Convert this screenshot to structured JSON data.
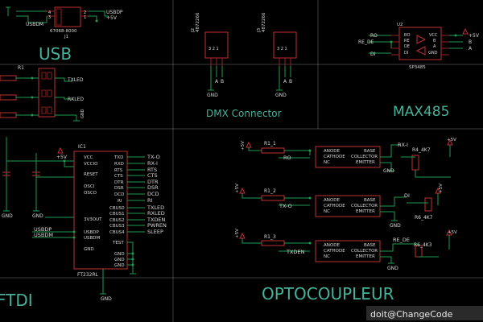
{
  "sections": {
    "usb": "USB",
    "dmx": "DMX Connector",
    "max485": "MAX485",
    "ftdi": "FTDI",
    "opto": "OPTOCOUPLEUR"
  },
  "usb_block": {
    "net_usbdp": "USBDP",
    "net_usbdm": "USBDM",
    "net_5v": "+5V",
    "part_value": "67068-8000",
    "part_name": "J1",
    "pins": [
      "4",
      "3",
      "2",
      "1"
    ],
    "r1": "R1",
    "txled": "TXLED",
    "rxled": "RXLED",
    "gnd": "GND"
  },
  "dmx_block": {
    "conn1": "4872266",
    "conn2": "4872266",
    "ref1": "J2",
    "ref2": "J3",
    "pins": [
      "3",
      "2",
      "1"
    ],
    "pin_label_a": "A",
    "pin_label_b": "B",
    "gnd": "GND"
  },
  "max485_block": {
    "ref": "U2",
    "part": "SP3485",
    "left_pins": [
      "RO",
      "RE",
      "DE",
      "DI"
    ],
    "right_pins": [
      "VCC",
      "B",
      "A",
      "GND"
    ],
    "nets_left": [
      "RO",
      "RE_DE",
      "DI"
    ],
    "nets_right": [
      "+5V",
      "B",
      "A"
    ]
  },
  "ftdi_block": {
    "ref": "IC1",
    "part": "FT232RL",
    "net_5v": "+5V",
    "net_gnd": "GND",
    "left_pins": [
      "VCC",
      "VCCIO",
      "RESET",
      "OSCI",
      "OSCO",
      "3V3OUT",
      "USBDP",
      "USBDM",
      "GND"
    ],
    "right_pins": [
      "TXD",
      "RXD",
      "RTS",
      "CTS",
      "DTR",
      "DSR",
      "DCD",
      "RI",
      "CBUS0",
      "CBUS1",
      "CBUS2",
      "CBUS3",
      "CBUS4",
      "TEST",
      "GND",
      "GND",
      "GND"
    ],
    "right_nets": [
      "TX-O",
      "RX-I",
      "RTS",
      "CTS",
      "DTR",
      "DSR",
      "DCD",
      "RI",
      "TXLED",
      "RXLED",
      "TXDEN",
      "PWREN",
      "SLEEP"
    ],
    "left_nets": [
      "USBDP",
      "USBDM"
    ]
  },
  "opto_block": {
    "rows": [
      {
        "r_left": "R1_1",
        "in_net": "RO",
        "out_net": "RX-I",
        "r_right": "R4_4K7",
        "supply": "+5V"
      },
      {
        "r_left": "R1_2",
        "in_net": "TX-O",
        "out_net": "DI",
        "r_right": "R6_4K7",
        "supply": "+5V"
      },
      {
        "r_left": "R1_3",
        "in_net": "TXDEN",
        "out_net": "RE_DE",
        "r_right": "R6_4K3",
        "supply": "+5V"
      }
    ],
    "pins_left": [
      "ANODE",
      "CATHODE",
      "NC"
    ],
    "pins_right": [
      "BASE",
      "COLLECTOR",
      "EMITTER"
    ],
    "gnd": "GND"
  },
  "watermark": "doit@ChangeCode"
}
